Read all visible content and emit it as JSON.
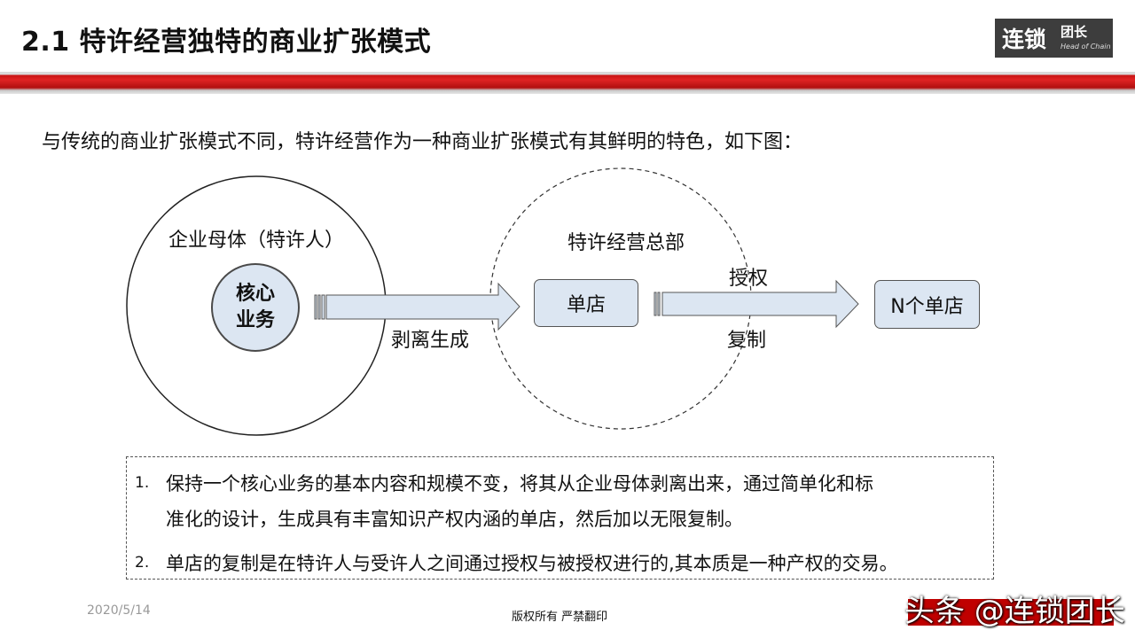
{
  "header": {
    "title": "2.1 特许经营独特的商业扩张模式",
    "logo_main": "连锁",
    "logo_sub": "团长",
    "logo_en": "Head of Chain"
  },
  "intro": "与传统的商业扩张模式不同，特许经营作为一种商业扩张模式有其鲜明的特色，如下图：",
  "diagram": {
    "parent_label": "企业母体（特许人）",
    "core_line1": "核心",
    "core_line2": "业务",
    "split_label": "剥离生成",
    "hq_label": "特许经营总部",
    "store_label": "单店",
    "authorize_label": "授权",
    "copy_label": "复制",
    "n_stores_label": "N个单店"
  },
  "notes": [
    {
      "num": "1.",
      "lines": [
        "保持一个核心业务的基本内容和规模不变，将其从企业母体剥离出来，通过简单化和标",
        "准化的设计，生成具有丰富知识产权内涵的单店，然后加以无限复制。"
      ]
    },
    {
      "num": "2.",
      "lines": [
        "单店的复制是在特许人与受许人之间通过授权与被授权进行的,其本质是一种产权的交易。"
      ]
    }
  ],
  "footer": {
    "date": "2020/5/14",
    "copyright": "版权所有  严禁翻印",
    "watermark": "头条 @连锁团长"
  },
  "colors": {
    "accent_red": "#c71414",
    "shape_fill": "#dce6f2",
    "logo_bg": "#3d3d3d"
  }
}
